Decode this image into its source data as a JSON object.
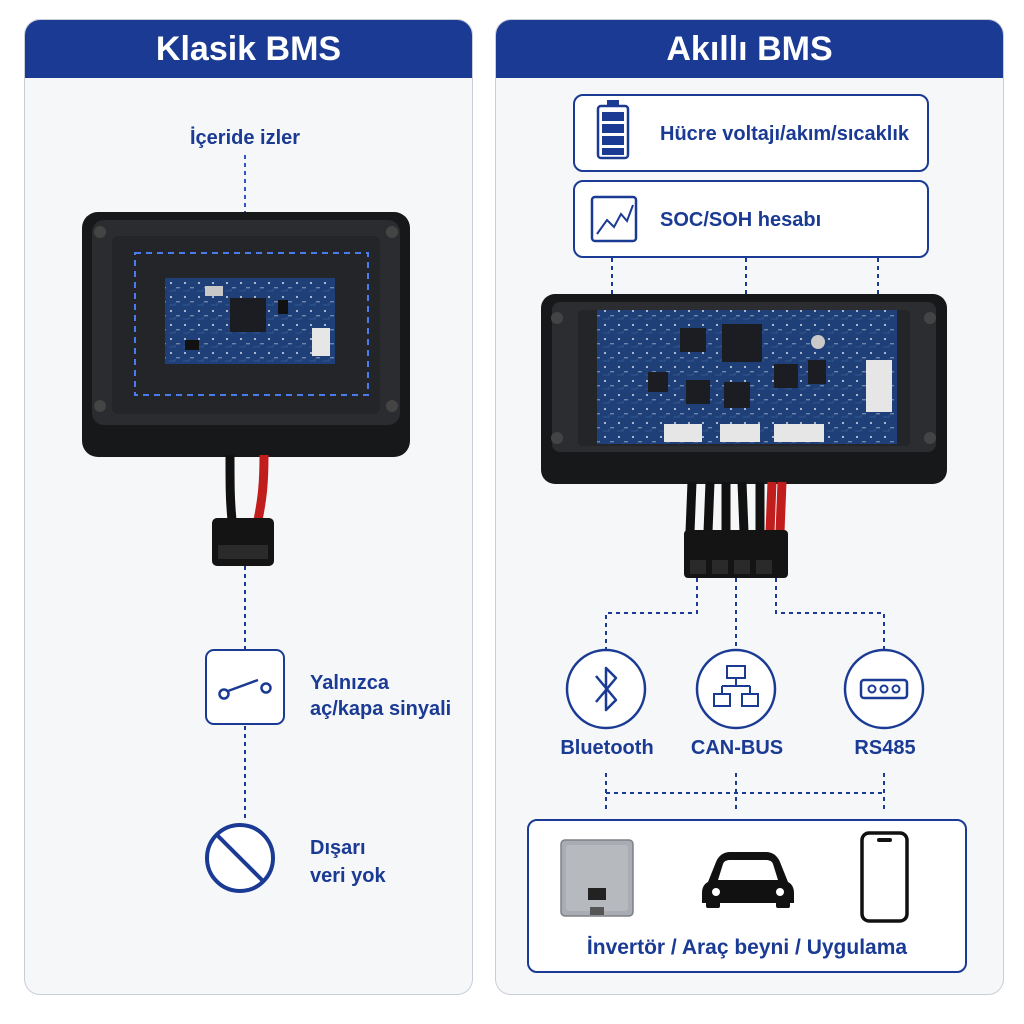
{
  "left_panel": {
    "title": "Klasik BMS",
    "callout": "İçeride izler",
    "features": [
      {
        "icon": "switch-icon",
        "line1": "Yalnızca",
        "line2": "aç/kapa sinyali"
      },
      {
        "icon": "prohibited-icon",
        "line1": "Dışarı",
        "line2": "veri yok"
      }
    ]
  },
  "right_panel": {
    "title": "Akıllı BMS",
    "features": [
      {
        "icon": "battery-icon",
        "label": "Hücre voltajı/akım/sıcaklık"
      },
      {
        "icon": "trend-chart-icon",
        "label": "SOC/SOH hesabı"
      }
    ],
    "protocols": [
      {
        "icon": "bluetooth-icon",
        "label": "Bluetooth"
      },
      {
        "icon": "network-hierarchy-icon",
        "label": "CAN-BUS"
      },
      {
        "icon": "serial-port-icon",
        "label": "RS485"
      }
    ],
    "targets_label": "İnvertör / Araç beyni / Uygulama",
    "target_icons": [
      "inverter-icon",
      "car-icon",
      "smartphone-icon"
    ]
  },
  "colors": {
    "accent": "#1a3a94",
    "enclosure": "#1f2124",
    "pcb": "#1f3f78",
    "wire_red": "#c21d1d",
    "wire_black": "#111111"
  }
}
